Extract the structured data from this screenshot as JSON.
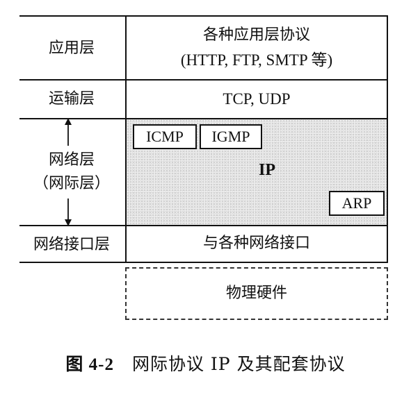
{
  "layers": {
    "application": {
      "label": "应用层",
      "protocols": "各种应用层协议",
      "examples": "(HTTP, FTP, SMTP 等)"
    },
    "transport": {
      "label": "运输层",
      "protocols": "TCP, UDP"
    },
    "network": {
      "label_line1": "网络层",
      "label_line2": "（网际层）",
      "core": "IP",
      "boxes": [
        "ICMP",
        "IGMP",
        "ARP"
      ]
    },
    "link": {
      "label": "网络接口层",
      "content": "与各种网络接口"
    },
    "physical": {
      "content": "物理硬件"
    }
  },
  "caption": {
    "number": "图 4-2",
    "text": "网际协议 IP 及其配套协议"
  }
}
